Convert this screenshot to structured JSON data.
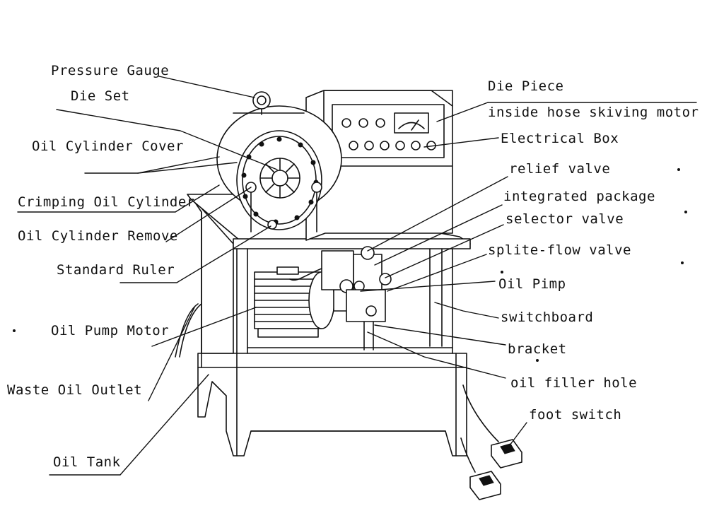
{
  "colors": {
    "background": "#ffffff",
    "ink": "#111111"
  },
  "labels": {
    "pressure_gauge": "Pressure Gauge",
    "die_set": "Die Set",
    "oil_cylinder_cover": "Oil Cylinder Cover",
    "crimping_oil_cylinder": "Crimping Oil Cylinder",
    "oil_cylinder_remove": "Oil Cylinder Remove",
    "standard_ruler": "Standard Ruler",
    "oil_pump_motor": "Oil Pump Motor",
    "waste_oil_outlet": "Waste Oil Outlet",
    "oil_tank": "Oil Tank",
    "die_piece": "Die Piece",
    "inside_hose_skiving_motor": "inside hose skiving motor",
    "electrical_box": "Electrical Box",
    "relief_valve": "relief valve",
    "integrated_package": "integrated package",
    "selector_valve": "selector valve",
    "split_flow_valve": "splite-flow valve",
    "oil_pump": "Oil Pimp",
    "switchboard": "switchboard",
    "bracket": "bracket",
    "oil_filler_hole": "oil filler hole",
    "foot_switch": "foot switch"
  }
}
